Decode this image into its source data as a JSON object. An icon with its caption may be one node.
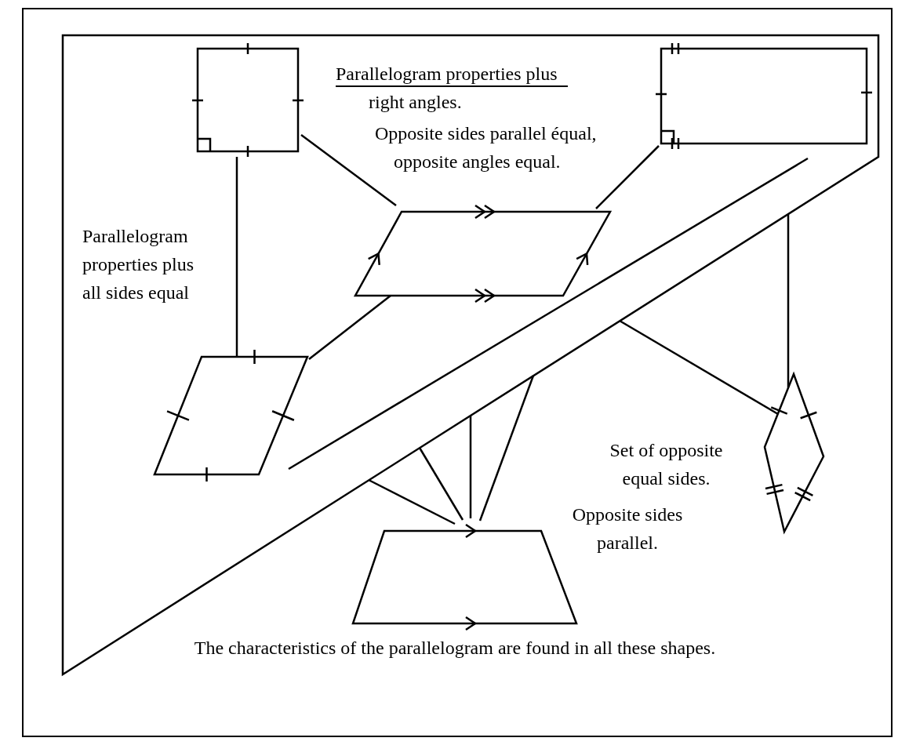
{
  "diagram": {
    "caption": "The characteristics of the parallelogram are found in all these shapes.",
    "nodes": [
      {
        "text": [],
        "shape": "polygon"
      },
      {
        "text": [],
        "shape": "square",
        "in": 0
      },
      {
        "text": [],
        "shape": "rectangle",
        "in": 0
      },
      {
        "text": [],
        "shape": "parallelogram",
        "in": 0
      },
      {
        "text": [],
        "shape": "rhombus",
        "in": 0
      },
      {
        "text": [],
        "shape": "kite"
      },
      {
        "text": [],
        "shape": "trapezium"
      }
    ],
    "edges": [
      {
        "from": 1,
        "to": 3,
        "arrow": "none"
      },
      {
        "from": 2,
        "to": 3,
        "arrow": "none"
      },
      {
        "from": 1,
        "to": 4,
        "arrow": "none"
      },
      {
        "from": 4,
        "to": 3,
        "arrow": "none"
      },
      {
        "from": 5,
        "to": 0,
        "arrow": "none"
      },
      {
        "from": 5,
        "to": 0,
        "arrow": "none"
      },
      {
        "from": 6,
        "to": 0,
        "arrow": "none"
      },
      {
        "from": 6,
        "to": 0,
        "arrow": "none"
      },
      {
        "from": 6,
        "to": 0,
        "arrow": "none"
      },
      {
        "from": 6,
        "to": 0,
        "arrow": "none"
      }
    ],
    "labels": [
      "Parallelogram properties plus right angles.",
      "Opposite sides parallel équal, opposite angles equal.",
      "Parallelogram properties plus all sides equal",
      "Set of opposite equal sides.",
      "Opposite sides parallel."
    ]
  }
}
